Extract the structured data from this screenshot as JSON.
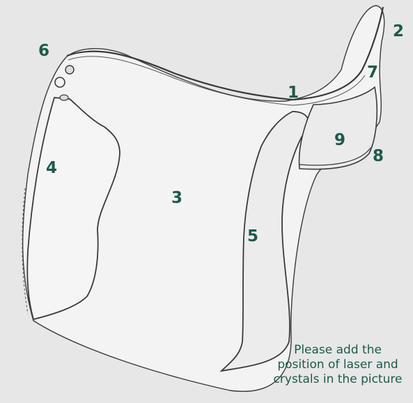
{
  "labels": {
    "l1": "1",
    "l2": "2",
    "l3": "3",
    "l4": "4",
    "l5": "5",
    "l6": "6",
    "l7": "7",
    "l8": "8",
    "l9": "9"
  },
  "note": {
    "line1": "Please add the",
    "line2": "position of laser and",
    "line3": "crystals in the picture"
  },
  "colors": {
    "background": "#e7e7e7",
    "saddle_fill": "#f3f3f3",
    "outline": "#3a3a3a",
    "label": "#1c5a4c"
  }
}
